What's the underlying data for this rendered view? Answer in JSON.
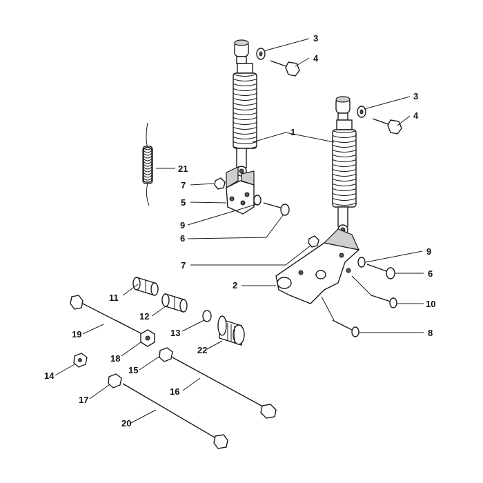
{
  "diagram": {
    "callouts": {
      "c1": "1",
      "c2": "2",
      "c3a": "3",
      "c3b": "3",
      "c4a": "4",
      "c4b": "4",
      "c5": "5",
      "c6a": "6",
      "c6b": "6",
      "c7a": "7",
      "c7b": "7",
      "c8": "8",
      "c9a": "9",
      "c9b": "9",
      "c10": "10",
      "c11": "11",
      "c12": "12",
      "c13": "13",
      "c14": "14",
      "c15": "15",
      "c16": "16",
      "c17": "17",
      "c18": "18",
      "c19": "19",
      "c20": "20",
      "c21": "21",
      "c22": "22"
    }
  }
}
